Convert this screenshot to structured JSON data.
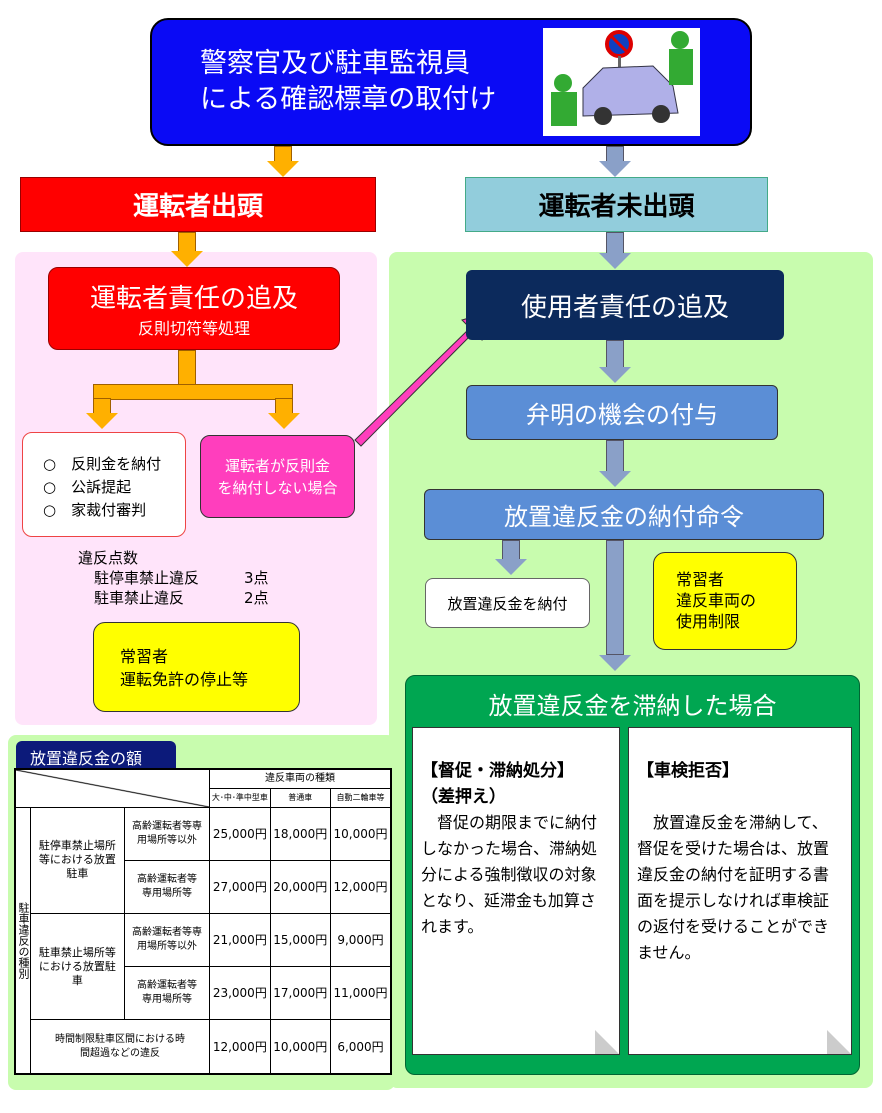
{
  "top": {
    "line1": "警察官及び駐車監視員",
    "line2": "による確認標章の取付け"
  },
  "driver_appeared": "運転者出頭",
  "driver_not_appeared": "運転者未出頭",
  "driver_responsibility": {
    "title": "運転者責任の追及",
    "sub": "反則切符等処理"
  },
  "outcomes": [
    "○　反則金を納付",
    "○　公訴提起",
    "○　家裁付審判"
  ],
  "not_paid": {
    "line1": "運転者が反則金",
    "line2": "を納付しない場合"
  },
  "points": {
    "title": "違反点数",
    "rows": [
      {
        "label": "駐停車禁止違反",
        "value": "3点"
      },
      {
        "label": "駐車禁止違反",
        "value": "2点"
      }
    ]
  },
  "habitual_driver": {
    "line1": "常習者",
    "line2": "運転免許の停止等"
  },
  "user_responsibility": "使用者責任の追及",
  "explanation": "弁明の機会の付与",
  "payment_order": "放置違反金の納付命令",
  "paid": "放置違反金を納付",
  "habitual_user": {
    "line1": "常習者",
    "line2": "違反車両の",
    "line3": "使用制限"
  },
  "unpaid": {
    "title": "放置違反金を滞納した場合",
    "card1": {
      "title": "【督促・滞納処分】",
      "sub": "（差押え）",
      "body": "　督促の期限までに納付しなかった場合、滞納処分による強制徴収の対象となり、延滞金も加算されます。"
    },
    "card2": {
      "title": "【車検拒否】",
      "body": "　放置違反金を滞納して、督促を受けた場合は、放置違反金の納付を証明する書面を提示しなければ車検証の返付を受けることができません。"
    }
  },
  "table": {
    "tab": "放置違反金の額",
    "vehicle_header": "違反車両の種類",
    "vehicles": [
      "大･中･準中型車",
      "普通車",
      "自動二輪車等"
    ],
    "side_header": "駐車違反の種別",
    "groups": [
      {
        "label": "駐停車禁止場所等における放置駐車",
        "rows": [
          {
            "sub": "高齢運転者等専用場所等以外",
            "values": [
              "25,000円",
              "18,000円",
              "10,000円"
            ]
          },
          {
            "sub": "高齢運転者等専用場所等",
            "values": [
              "27,000円",
              "20,000円",
              "12,000円"
            ]
          }
        ]
      },
      {
        "label": "駐車禁止場所等における放置駐車",
        "rows": [
          {
            "sub": "高齢運転者等専用場所等以外",
            "values": [
              "21,000円",
              "15,000円",
              "9,000円"
            ]
          },
          {
            "sub": "高齢運転者等専用場所等",
            "values": [
              "23,000円",
              "17,000円",
              "11,000円"
            ]
          }
        ]
      }
    ],
    "last": {
      "label": "時間制限駐車区間における時間超過などの違反",
      "values": [
        "12,000円",
        "10,000円",
        "6,000円"
      ]
    }
  }
}
